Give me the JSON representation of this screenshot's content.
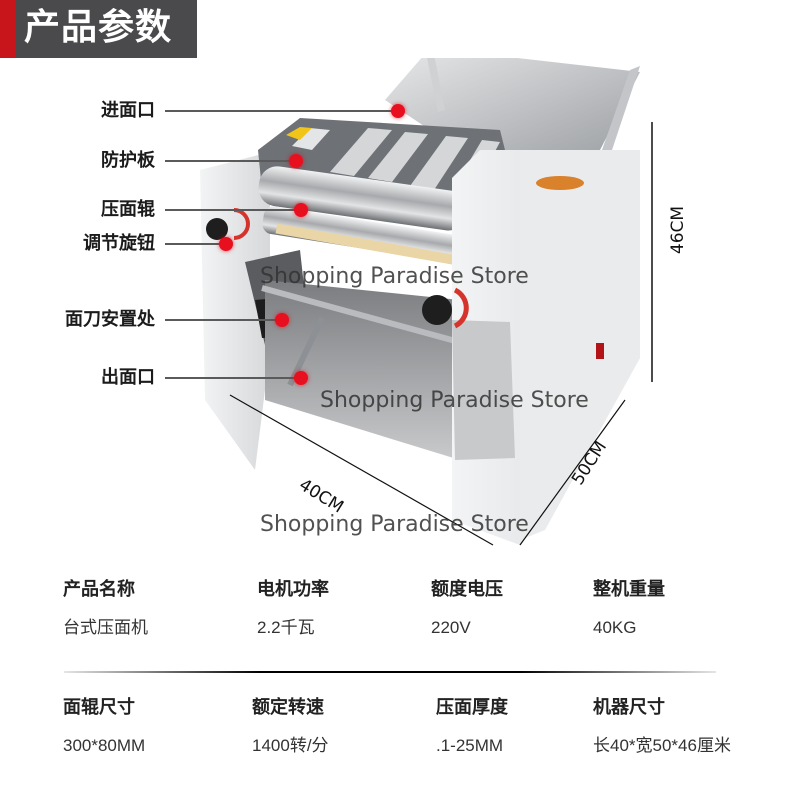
{
  "header": {
    "title": "产品参数",
    "accent_color": "#c8151b",
    "badge_color": "#4a4a4d"
  },
  "product_image": {
    "description": "Desktop stainless steel dough sheeter machine",
    "callouts": [
      {
        "label": "进面口"
      },
      {
        "label": "防护板"
      },
      {
        "label": "压面辊"
      },
      {
        "label": "调节旋钮"
      },
      {
        "label": "面刀安置处"
      },
      {
        "label": "出面口"
      }
    ],
    "dimensions": {
      "height": "46CM",
      "width": "40CM",
      "depth": "50CM"
    },
    "watermark": "Shopping Paradise Store"
  },
  "specs": {
    "row1": [
      {
        "name": "产品名称",
        "value": "台式压面机"
      },
      {
        "name": "电机功率",
        "value": "2.2千瓦"
      },
      {
        "name": "额度电压",
        "value": "220V"
      },
      {
        "name": "整机重量",
        "value": "40KG"
      }
    ],
    "row2": [
      {
        "name": "面辊尺寸",
        "value": "300*80MM"
      },
      {
        "name": "额定转速",
        "value": "1400转/分"
      },
      {
        "name": "压面厚度",
        "value": ".1-25MM"
      },
      {
        "name": "机器尺寸",
        "value": "长40*宽50*46厘米"
      }
    ]
  }
}
